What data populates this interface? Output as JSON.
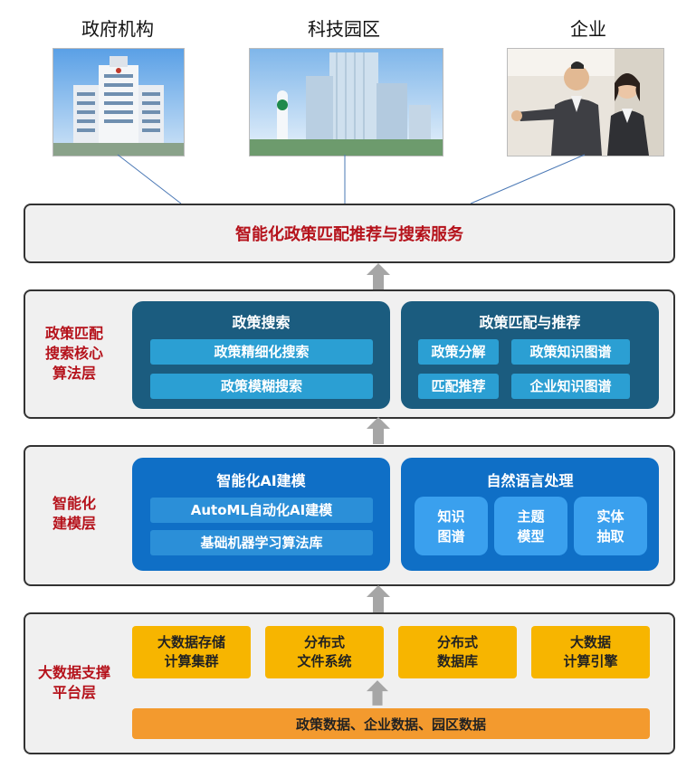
{
  "top": {
    "titles": [
      "政府机构",
      "科技园区",
      "企业"
    ],
    "service_bar": "智能化政策匹配推荐与搜索服务"
  },
  "layer1": {
    "label": "政策匹配\n搜索核心\n算法层",
    "search": {
      "title": "政策搜索",
      "items": [
        "政策精细化搜索",
        "政策模糊搜索"
      ]
    },
    "match": {
      "title": "政策匹配与推荐",
      "items": [
        "政策分解",
        "政策知识图谱",
        "匹配推荐",
        "企业知识图谱"
      ]
    }
  },
  "layer2": {
    "label": "智能化\n建模层",
    "ai": {
      "title": "智能化AI建模",
      "items": [
        "AutoML自动化AI建模",
        "基础机器学习算法库"
      ]
    },
    "nlp": {
      "title": "自然语言处理",
      "tiles": [
        "知识\n图谱",
        "主题\n模型",
        "实体\n抽取"
      ]
    }
  },
  "layer3": {
    "label": "大数据支撑\n平台层",
    "boxes": [
      "大数据存储\n计算集群",
      "分布式\n文件系统",
      "分布式\n数据库",
      "大数据\n计算引擎"
    ],
    "data_bar": "政策数据、企业数据、园区数据"
  },
  "colors": {
    "accent_red": "#b5121b",
    "dark_panel": "#1b5c7f",
    "blue_panel": "#0f6fc6",
    "yellow": "#f7b500",
    "orange": "#f39a2e",
    "arrow": "#a6a6a6"
  }
}
